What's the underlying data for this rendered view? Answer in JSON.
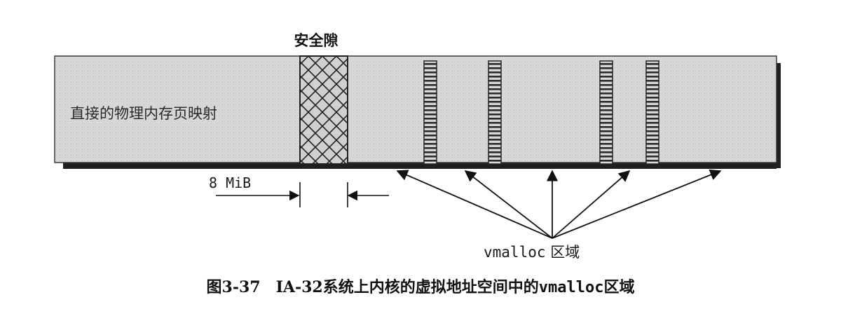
{
  "diagram": {
    "gap_label": "安全隙",
    "direct_mapping_label": "直接的物理内存页映射",
    "gap_size_label": "8 MiB",
    "vmalloc_label_mono": "vmalloc",
    "vmalloc_label_text": " 区域",
    "caption_prefix": "图3-37",
    "caption_main": "IA-32系统上内核的虚拟地址空间中的",
    "caption_mono": "vmalloc",
    "caption_suffix": "区域",
    "colors": {
      "bar_fill": "#d9d9d9",
      "bar_border": "#333333",
      "shadow": "#1a1a1a",
      "hatch": "#222222"
    }
  }
}
